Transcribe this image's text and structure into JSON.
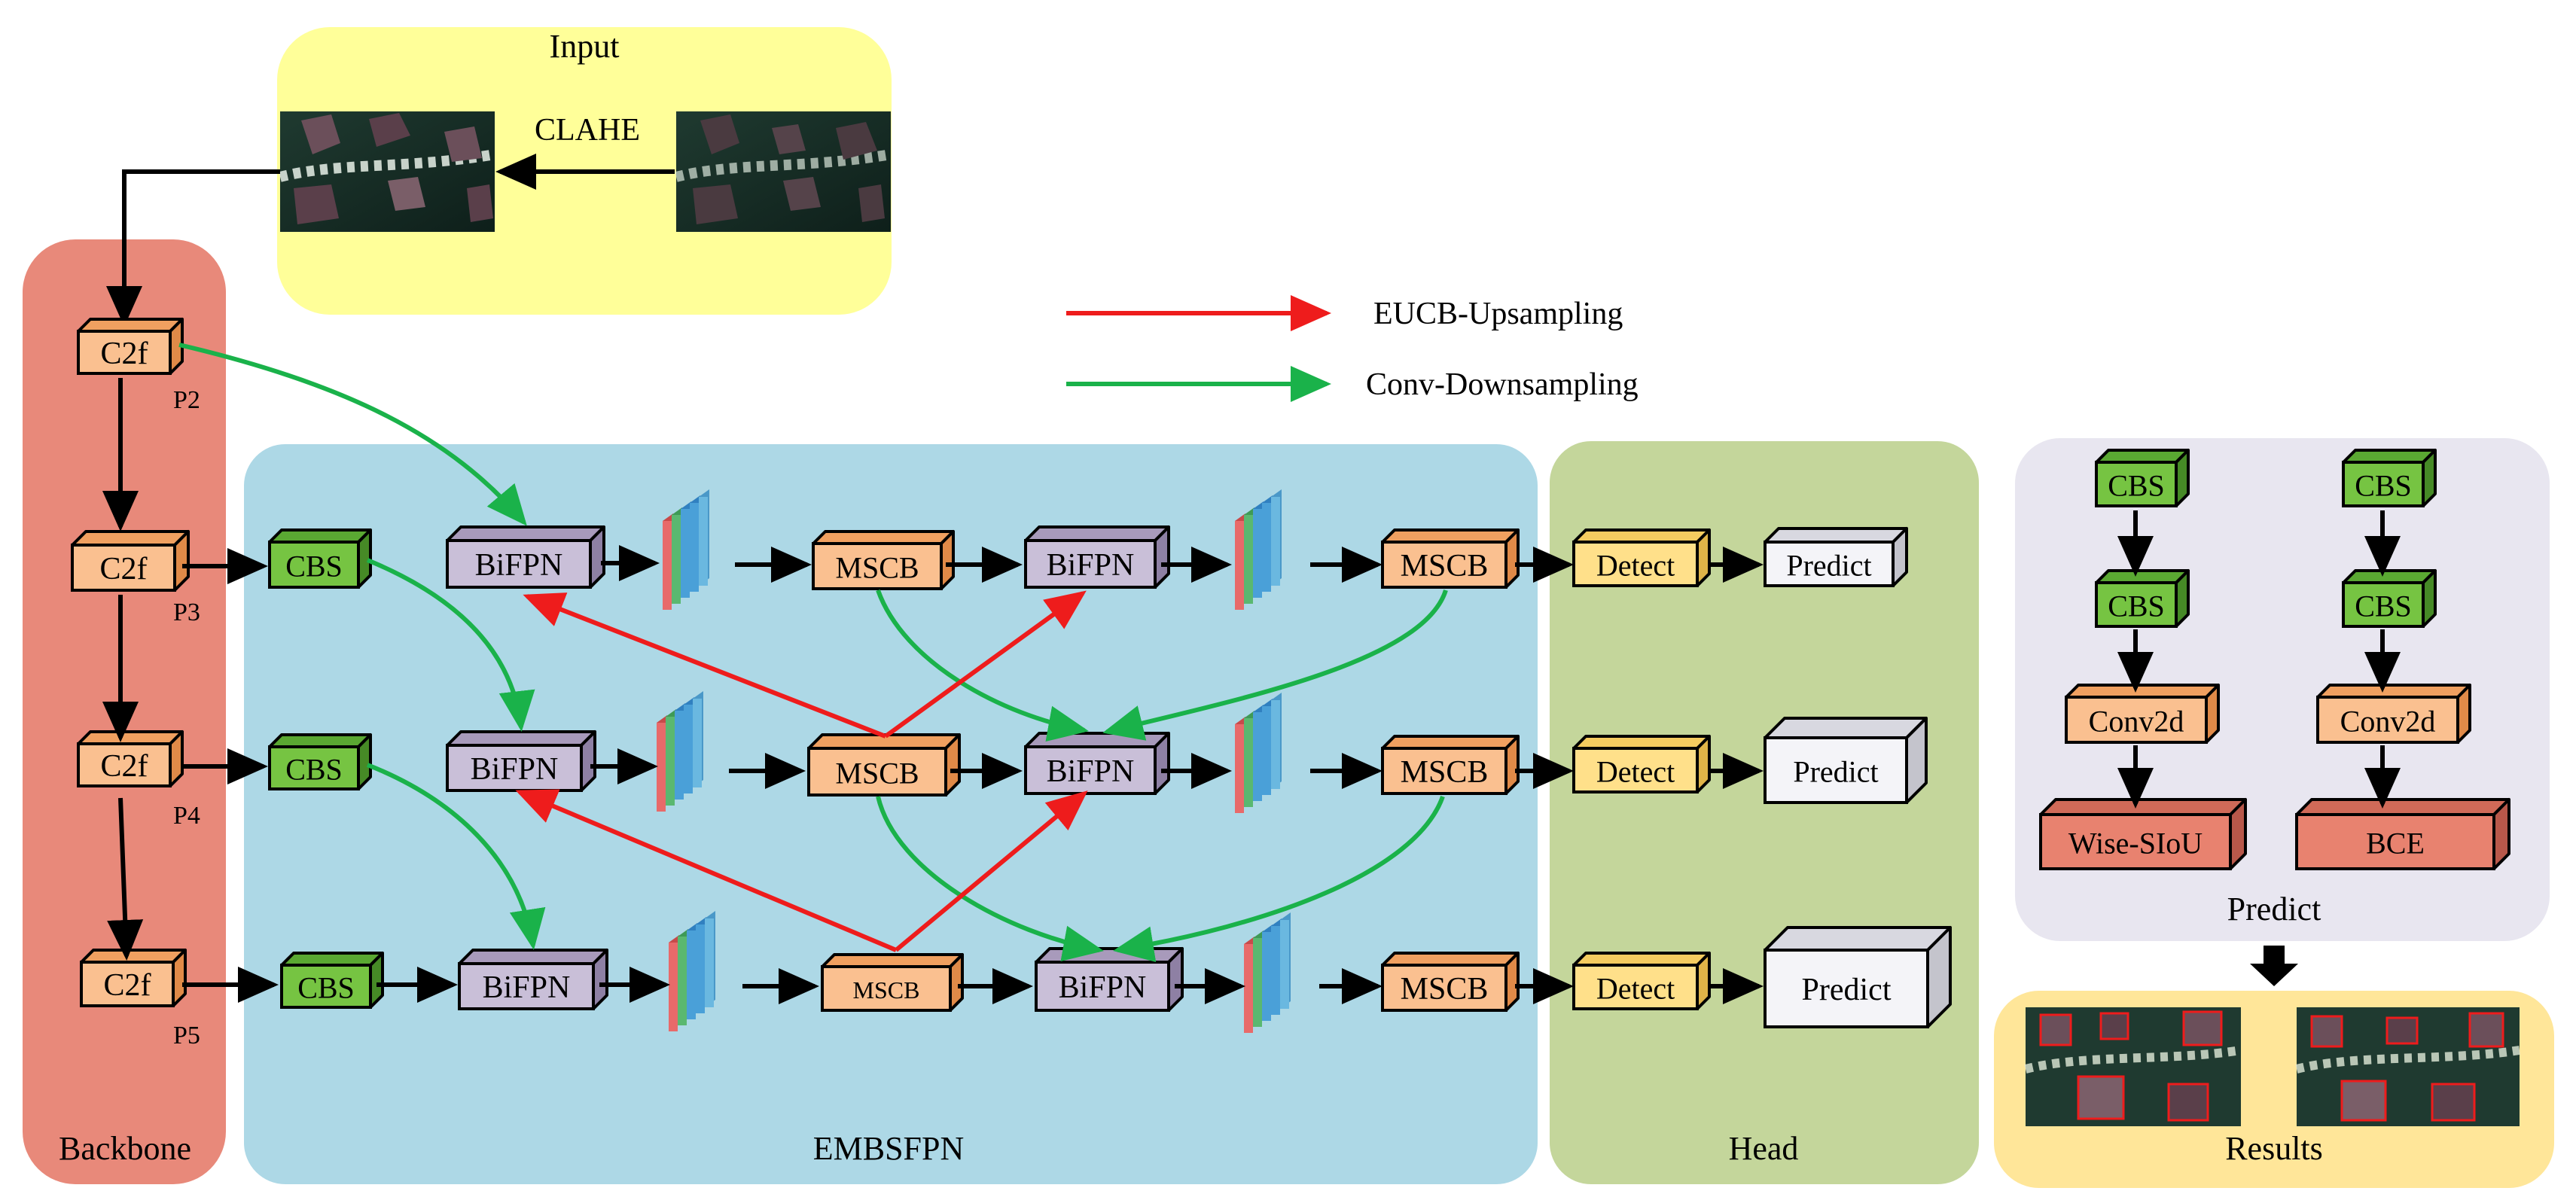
{
  "regions": {
    "input": "Input",
    "backbone": "Backbone",
    "embsfpn": "EMBSFPN",
    "head": "Head",
    "predict": "Predict",
    "results": "Results"
  },
  "clahe": "CLAHE",
  "legend": {
    "upsampling": "EUCB-Upsampling",
    "downsampling": "Conv-Downsampling"
  },
  "colors": {
    "backbone_bg": "#e8897a",
    "input_bg": "#ffff99",
    "embsfpn_bg": "#add8e6",
    "head_bg": "#c4d69b",
    "predict_bg": "#e8e6f0",
    "results_bg": "#ffe699",
    "upsampling": "#ee1c1c",
    "downsampling": "#1ab24a"
  },
  "backbone": {
    "c2f": "C2f",
    "levels": [
      "P2",
      "P3",
      "P4",
      "P5"
    ]
  },
  "neck": {
    "cbs": "CBS",
    "bifpn": "BiFPN",
    "mscb": "MSCB"
  },
  "head": {
    "detect": "Detect",
    "predict": "Predict"
  },
  "predict_panel": {
    "cbs": "CBS",
    "conv2d": "Conv2d",
    "wise_siou": "Wise-SIoU",
    "bce": "BCE"
  }
}
